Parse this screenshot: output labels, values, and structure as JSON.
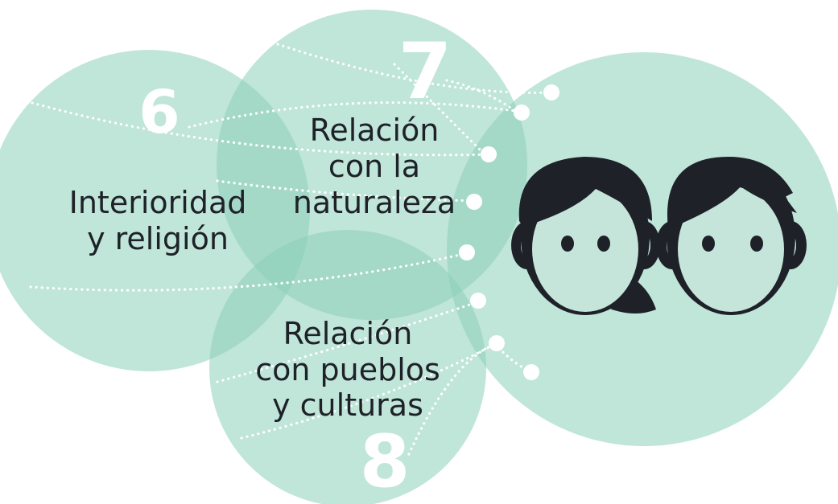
{
  "colors": {
    "circle_fill": "#8ccfba",
    "text": "#1e2228",
    "dots": "#ffffff",
    "icon": "#1e2228"
  },
  "icons": [
    "girl-face-icon",
    "boy-face-icon"
  ],
  "topics": [
    {
      "number": "6",
      "label_lines": [
        "Interioridad",
        "y religión"
      ]
    },
    {
      "number": "7",
      "label_lines": [
        "Relación",
        "con la",
        "naturaleza"
      ]
    },
    {
      "number": "8",
      "label_lines": [
        "Relación",
        "con pueblos",
        "y culturas"
      ]
    }
  ]
}
